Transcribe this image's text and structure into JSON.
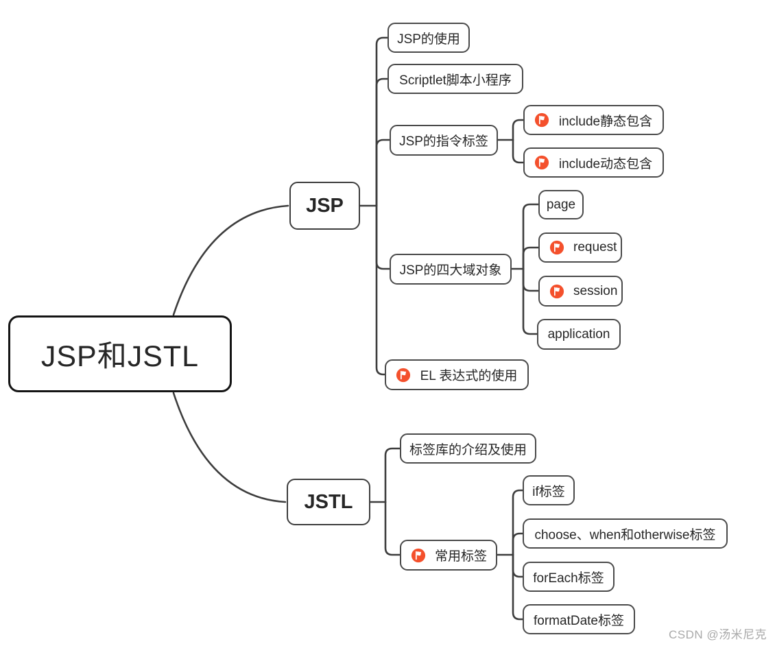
{
  "root": {
    "label": "JSP和JSTL"
  },
  "jsp": {
    "label": "JSP",
    "children": {
      "usage": {
        "label": "JSP的使用"
      },
      "scriptlet": {
        "label": "Scriptlet脚本小程序"
      },
      "directive": {
        "label": "JSP的指令标签",
        "children": {
          "include_static": {
            "label": "include静态包含"
          },
          "include_dynamic": {
            "label": "include动态包含"
          }
        }
      },
      "domains": {
        "label": "JSP的四大域对象",
        "children": {
          "page": {
            "label": "page"
          },
          "request": {
            "label": "request"
          },
          "session": {
            "label": "session"
          },
          "application": {
            "label": "application"
          }
        }
      },
      "el": {
        "label": "EL 表达式的使用"
      }
    }
  },
  "jstl": {
    "label": "JSTL",
    "children": {
      "taglib": {
        "label": "标签库的介绍及使用"
      },
      "common": {
        "label": "常用标签",
        "children": {
          "if": {
            "label": "if标签"
          },
          "choose": {
            "label": "choose、when和otherwise标签"
          },
          "foreach": {
            "label": "forEach标签"
          },
          "formatdate": {
            "label": "formatDate标签"
          }
        }
      }
    }
  },
  "watermark": "CSDN @汤米尼克",
  "colors": {
    "flag_icon": "#f4502c",
    "line": "#3d3d3d",
    "node_border": "#4a4a4a",
    "root_border": "#141414",
    "text": "#262626",
    "background": "#ffffff",
    "watermark": "#a9a9a9"
  }
}
